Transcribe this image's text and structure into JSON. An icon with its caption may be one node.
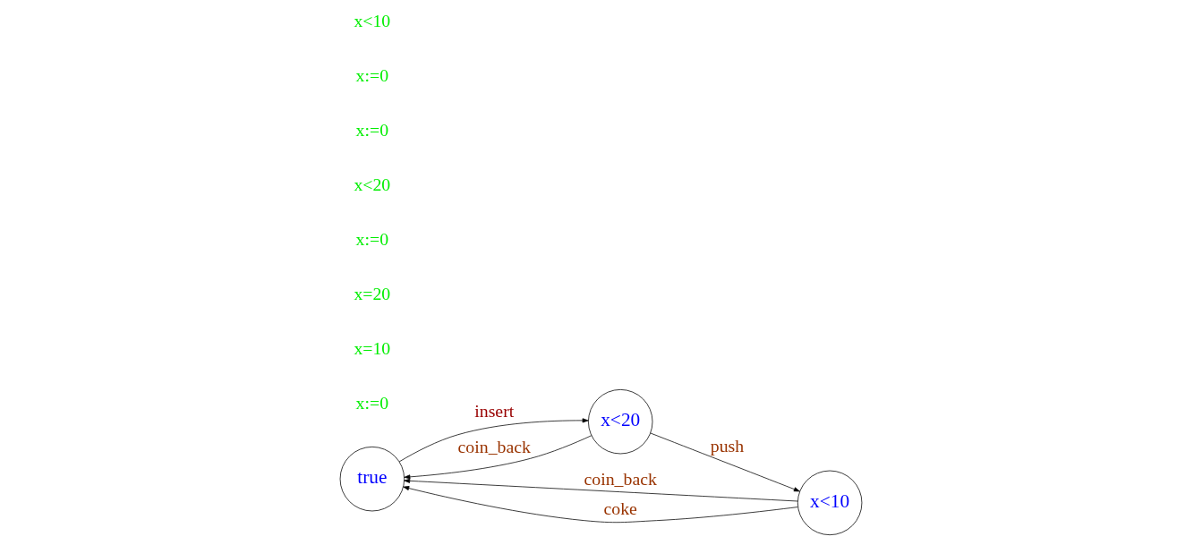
{
  "diagram": {
    "nodes": [
      {
        "text": [
          "true"
        ]
      },
      {
        "text": [
          "x<20"
        ]
      },
      {
        "text": [
          "x<10"
        ]
      }
    ],
    "edges": [
      {
        "from": 2,
        "to": 0,
        "arrow": "to",
        "label": "coin_back"
      },
      {
        "from": 1,
        "to": 0,
        "arrow": "to",
        "label": "coin_back"
      },
      {
        "from": 0,
        "to": 1,
        "arrow": "to",
        "label": "insert"
      },
      {
        "from": 1,
        "to": 2,
        "arrow": "to",
        "label": "push"
      },
      {
        "from": 2,
        "to": 0,
        "arrow": "to",
        "label": "coke"
      }
    ],
    "labels": [
      "x:=0",
      "x=10",
      "x=20",
      "x:=0",
      "x<20",
      "x:=0",
      "x:=0",
      "x<10"
    ]
  }
}
